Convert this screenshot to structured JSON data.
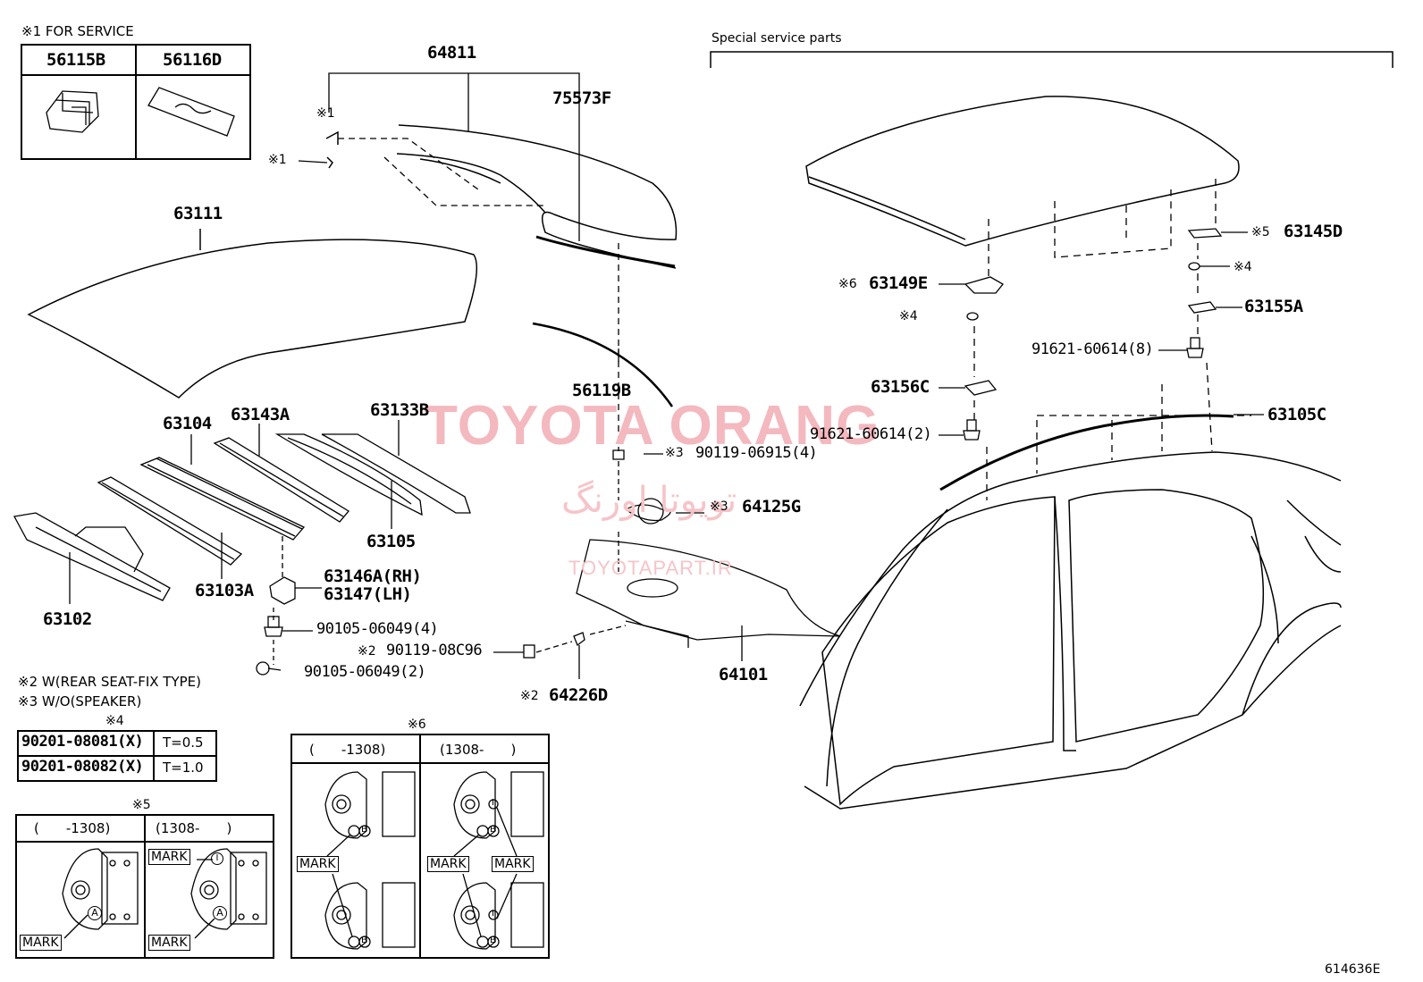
{
  "watermark": {
    "brand": "TOYOTA ORANG",
    "persian": "تویوتا اورنگ",
    "site": "TOYOTAPART.IR"
  },
  "diagram_code": "614636E",
  "special_service_label": "Special service parts",
  "service_table": {
    "title": "※1 FOR SERVICE",
    "columns": [
      "56115B",
      "56116D"
    ]
  },
  "parts": {
    "p64811": "64811",
    "p75573F": "75573F",
    "p63111": "63111",
    "p56119B": "56119B",
    "p63104": "63104",
    "p63143A": "63143A",
    "p63133B": "63133B",
    "p63105": "63105",
    "p63103A": "63103A",
    "p63102": "63102",
    "p63146A": "63146A(RH)",
    "p63147": "63147(LH)",
    "p90105_4": "90105-06049(4)",
    "p90105_2": "90105-06049(2)",
    "p90119_06915": "90119-06915(4)",
    "p64125G": "64125G",
    "p90119_08C96": "90119-08C96",
    "p64226D": "64226D",
    "p64101": "64101",
    "p63145D": "63145D",
    "p63149E": "63149E",
    "p63155A": "63155A",
    "p91621_8": "91621-60614(8)",
    "p63156C": "63156C",
    "p91621_2": "91621-60614(2)",
    "p63105C": "63105C"
  },
  "refs": {
    "r1": "※1",
    "r2": "※2",
    "r3": "※3",
    "r4": "※4",
    "r5": "※5",
    "r6": "※6"
  },
  "notes": {
    "n2": "※2 W(REAR SEAT-FIX TYPE)",
    "n3": "※3 W/O(SPEAKER)"
  },
  "washer_table": {
    "title": "※4",
    "rows": [
      {
        "part": "90201-08081(X)",
        "thickness": "T=0.5"
      },
      {
        "part": "90201-08082(X)",
        "thickness": "T=1.0"
      }
    ]
  },
  "table5": {
    "title": "※5",
    "col1": "(　　-1308)",
    "col2": "(1308-　　)",
    "mark": "MARK",
    "letter_a": "A",
    "letter_i": "I"
  },
  "table6": {
    "title": "※6",
    "col1": "(　　-1308)",
    "col2": "(1308-　　)",
    "mark": "MARK",
    "letter_b": "B",
    "letter_i": "I"
  }
}
